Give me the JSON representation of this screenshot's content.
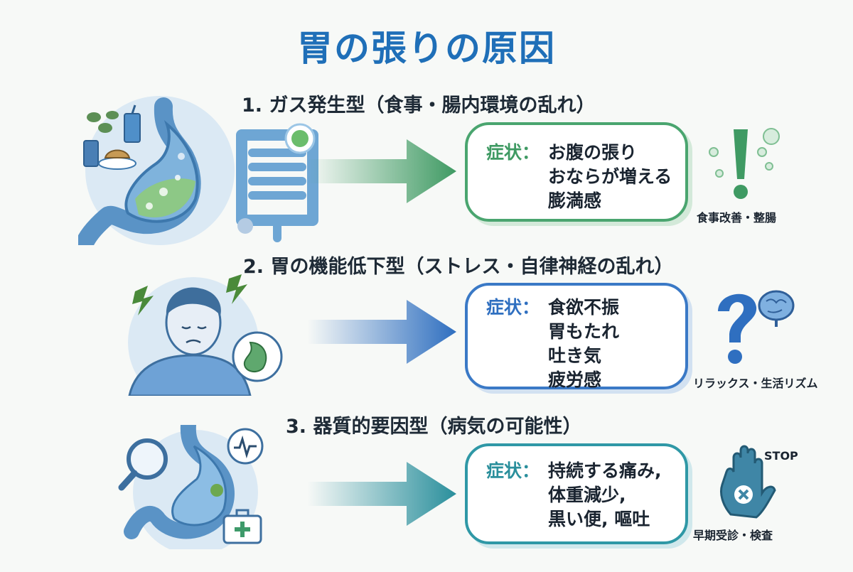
{
  "title": "胃の張りの原因",
  "sections": [
    {
      "heading": "1. ガス発生型（食事・腸内環境の乱れ）",
      "symptom_label": "症状：",
      "symptoms": [
        "お腹の張り",
        "おならが増える",
        "膨満感"
      ],
      "advice": "食事改善・整腸",
      "color": "#3f9a63"
    },
    {
      "heading": "2. 胃の機能低下型（ストレス・自律神経の乱れ）",
      "symptom_label": "症状：",
      "symptoms": [
        "食欲不振",
        "胃もたれ",
        "吐き気",
        "疲労感"
      ],
      "advice": "リラックス・生活リズム",
      "color": "#2f6fc0"
    },
    {
      "heading": "3. 器質的要因型（病気の可能性）",
      "symptom_label": "症状：",
      "symptoms": [
        "持続する痛み,",
        "体重減少,",
        "黒い便, 嘔吐"
      ],
      "advice": "早期受診・検査",
      "stop_text": "STOP",
      "color": "#2a8f9c"
    }
  ]
}
